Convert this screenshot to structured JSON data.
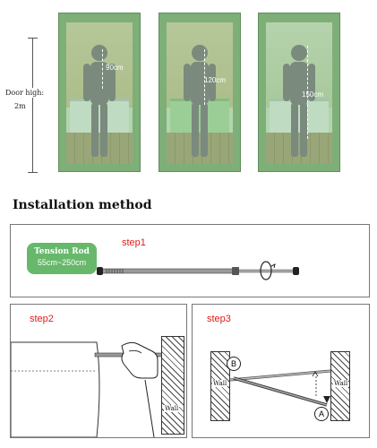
{
  "doors": {
    "height_label": "Door high:",
    "height_value": "2m",
    "measurements": [
      "90cm",
      "120cm",
      "150cm"
    ]
  },
  "installation": {
    "title": "Installation method"
  },
  "step1": {
    "label": "step1",
    "badge_title": "Tension Rod",
    "badge_range": "55cm~250cm"
  },
  "step2": {
    "label": "step2",
    "wall_label": "Wall"
  },
  "step3": {
    "label": "step3",
    "wall_left": "Wall",
    "wall_right": "Wall",
    "marker_a": "A",
    "marker_b": "B"
  },
  "colors": {
    "door_frame": "#7faf78",
    "step_label": "#e01b1b",
    "badge_bg": "#67b86b"
  }
}
